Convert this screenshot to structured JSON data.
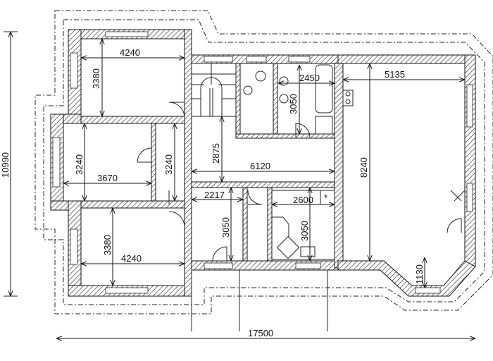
{
  "plan": {
    "rooms": {
      "bedroom_top": {
        "width": "4240",
        "depth": "3380"
      },
      "middle_room": {
        "width": "3670",
        "depth_left": "3240",
        "depth_right": "3240"
      },
      "bedroom_bottom": {
        "width": "4240",
        "depth": "3380"
      },
      "bathroom": {
        "width": "2450",
        "depth": "3050"
      },
      "living_room": {
        "width": "5135",
        "depth": "8240",
        "bay_depth": "1130"
      },
      "hall": {
        "width": "6120",
        "depth": "2875"
      },
      "lower_room": {
        "width": "2217",
        "depth": "3050"
      },
      "kitchen": {
        "width": "2600",
        "depth": "3050"
      }
    },
    "overall": {
      "height": "10990",
      "width": "17500"
    },
    "kitchen_mark": "*"
  }
}
